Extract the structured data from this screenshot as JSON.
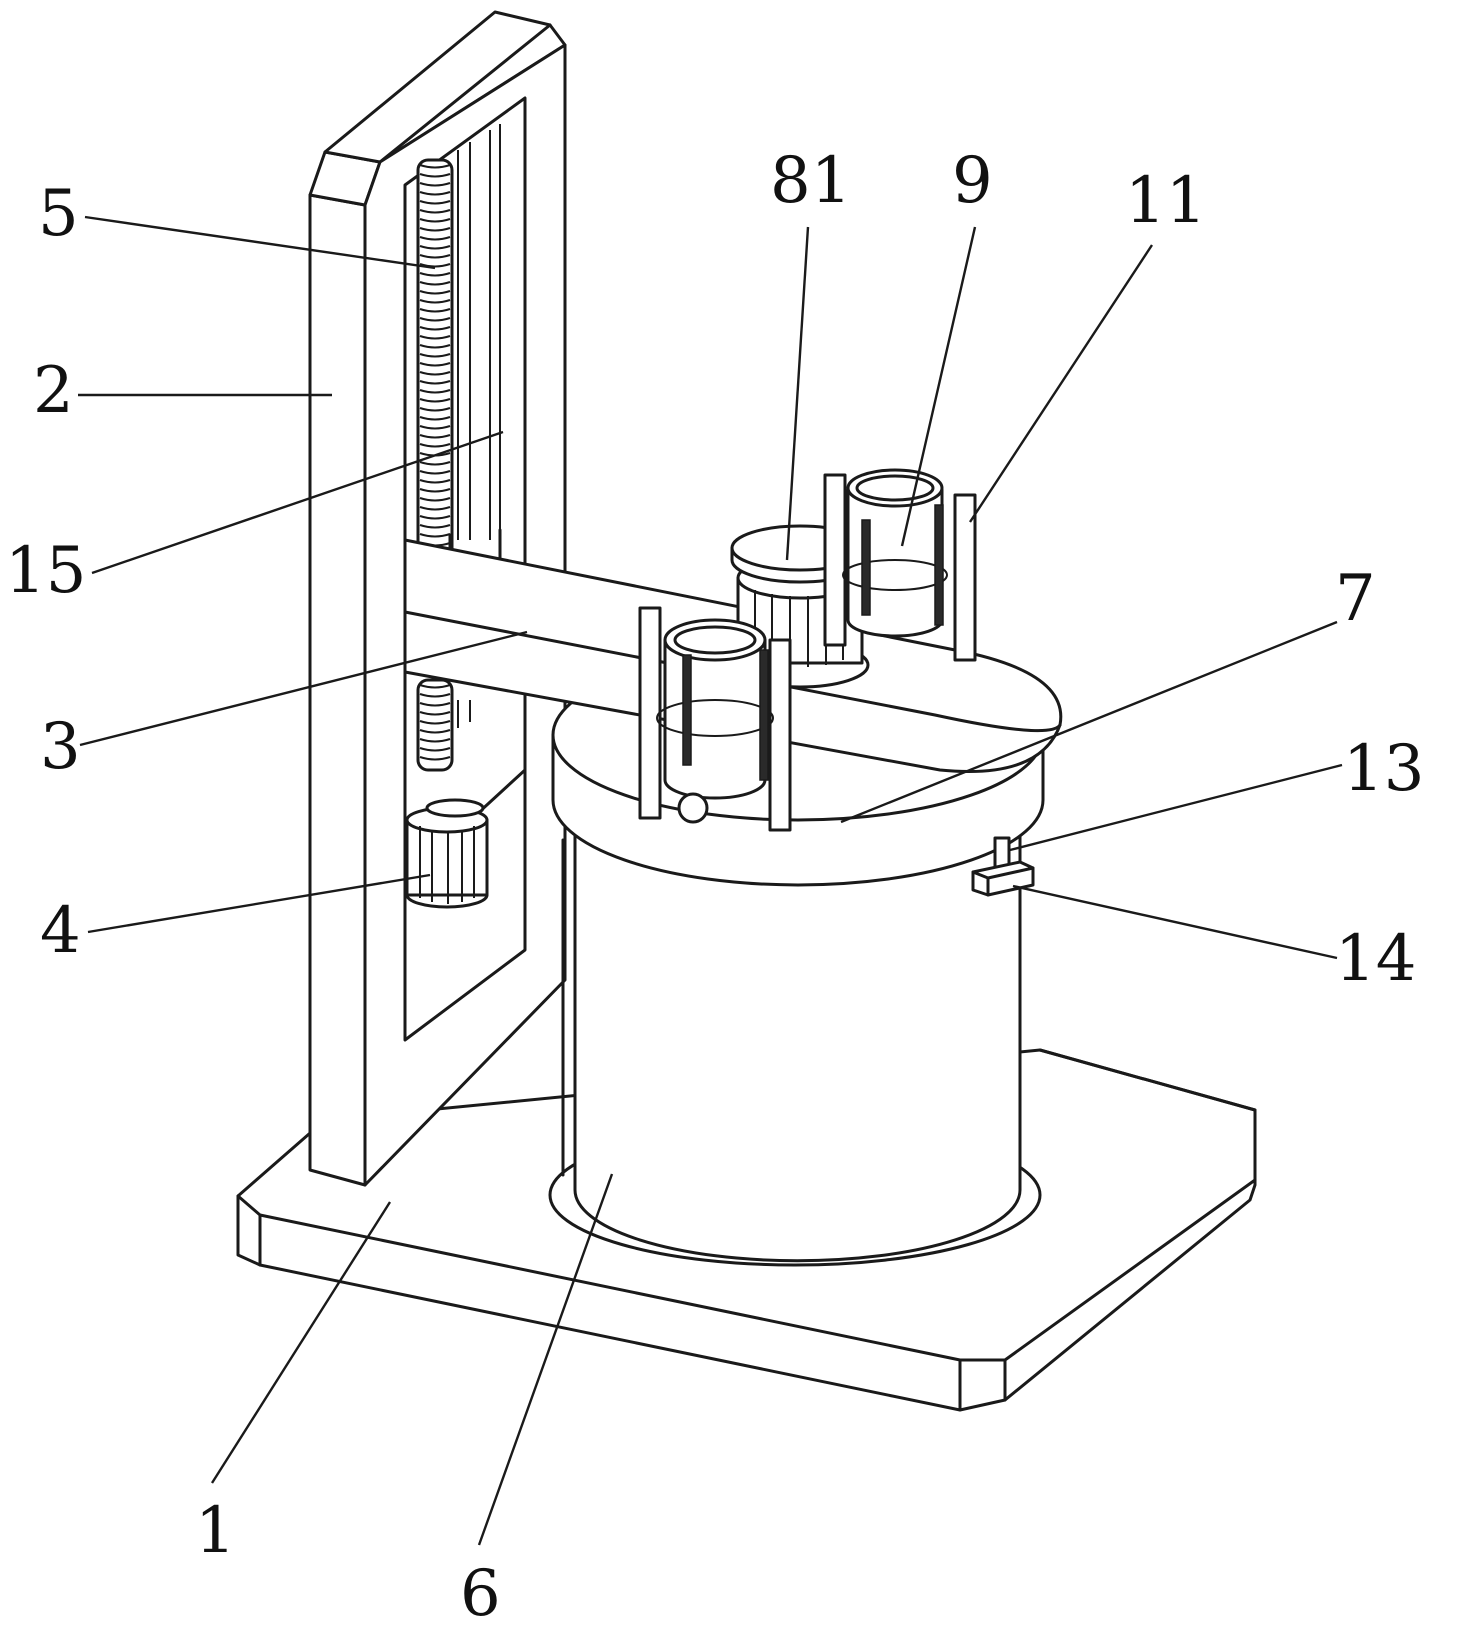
{
  "figure": {
    "type": "patent perspective drawing",
    "style": "black line art on white",
    "colors": {
      "line": "#1a1a1a",
      "background": "#ffffff"
    }
  },
  "labels": [
    {
      "id": "5",
      "text": "5",
      "part": "lead screw"
    },
    {
      "id": "2",
      "text": "2",
      "part": "vertical frame"
    },
    {
      "id": "15",
      "text": "15",
      "part": "guide rail"
    },
    {
      "id": "3",
      "text": "3",
      "part": "cross arm"
    },
    {
      "id": "4",
      "text": "4",
      "part": "drive motor"
    },
    {
      "id": "1",
      "text": "1",
      "part": "base plate"
    },
    {
      "id": "6",
      "text": "6",
      "part": "tank"
    },
    {
      "id": "81",
      "text": "81",
      "part": "top motor"
    },
    {
      "id": "9",
      "text": "9",
      "part": "cylinder"
    },
    {
      "id": "11",
      "text": "11",
      "part": "rack bracket"
    },
    {
      "id": "7",
      "text": "7",
      "part": "lid"
    },
    {
      "id": "13",
      "text": "13",
      "part": "post"
    },
    {
      "id": "14",
      "text": "14",
      "part": "block"
    }
  ]
}
